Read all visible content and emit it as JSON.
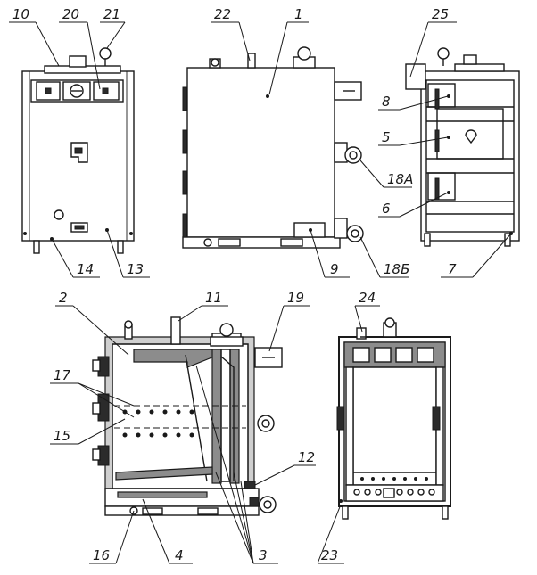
{
  "callouts": {
    "c1": "1",
    "c2": "2",
    "c3": "3",
    "c4": "4",
    "c5": "5",
    "c6": "6",
    "c7": "7",
    "c8": "8",
    "c9": "9",
    "c10": "10",
    "c11": "11",
    "c12": "12",
    "c13": "13",
    "c14": "14",
    "c15": "15",
    "c16": "16",
    "c17": "17",
    "c18a": "18А",
    "c18b": "18Б",
    "c19": "19",
    "c20": "20",
    "c21": "21",
    "c22": "22",
    "c23": "23",
    "c24": "24",
    "c25": "25"
  },
  "colors": {
    "line": "#1a1a1a",
    "insulation": "#cfcfcf",
    "hatch": "#8c8c8c",
    "background": "#ffffff"
  }
}
